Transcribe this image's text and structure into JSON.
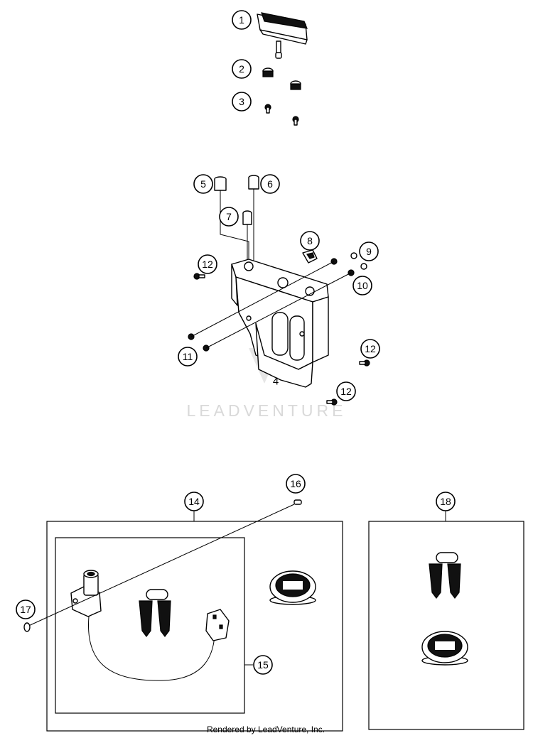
{
  "callouts": [
    "1",
    "2",
    "3",
    "4",
    "5",
    "6",
    "7",
    "8",
    "9",
    "10",
    "11",
    "12",
    "14",
    "15",
    "16",
    "17",
    "18"
  ],
  "watermark": "LEADVENTURE",
  "footer": "Rendered by LeadVenture, Inc."
}
